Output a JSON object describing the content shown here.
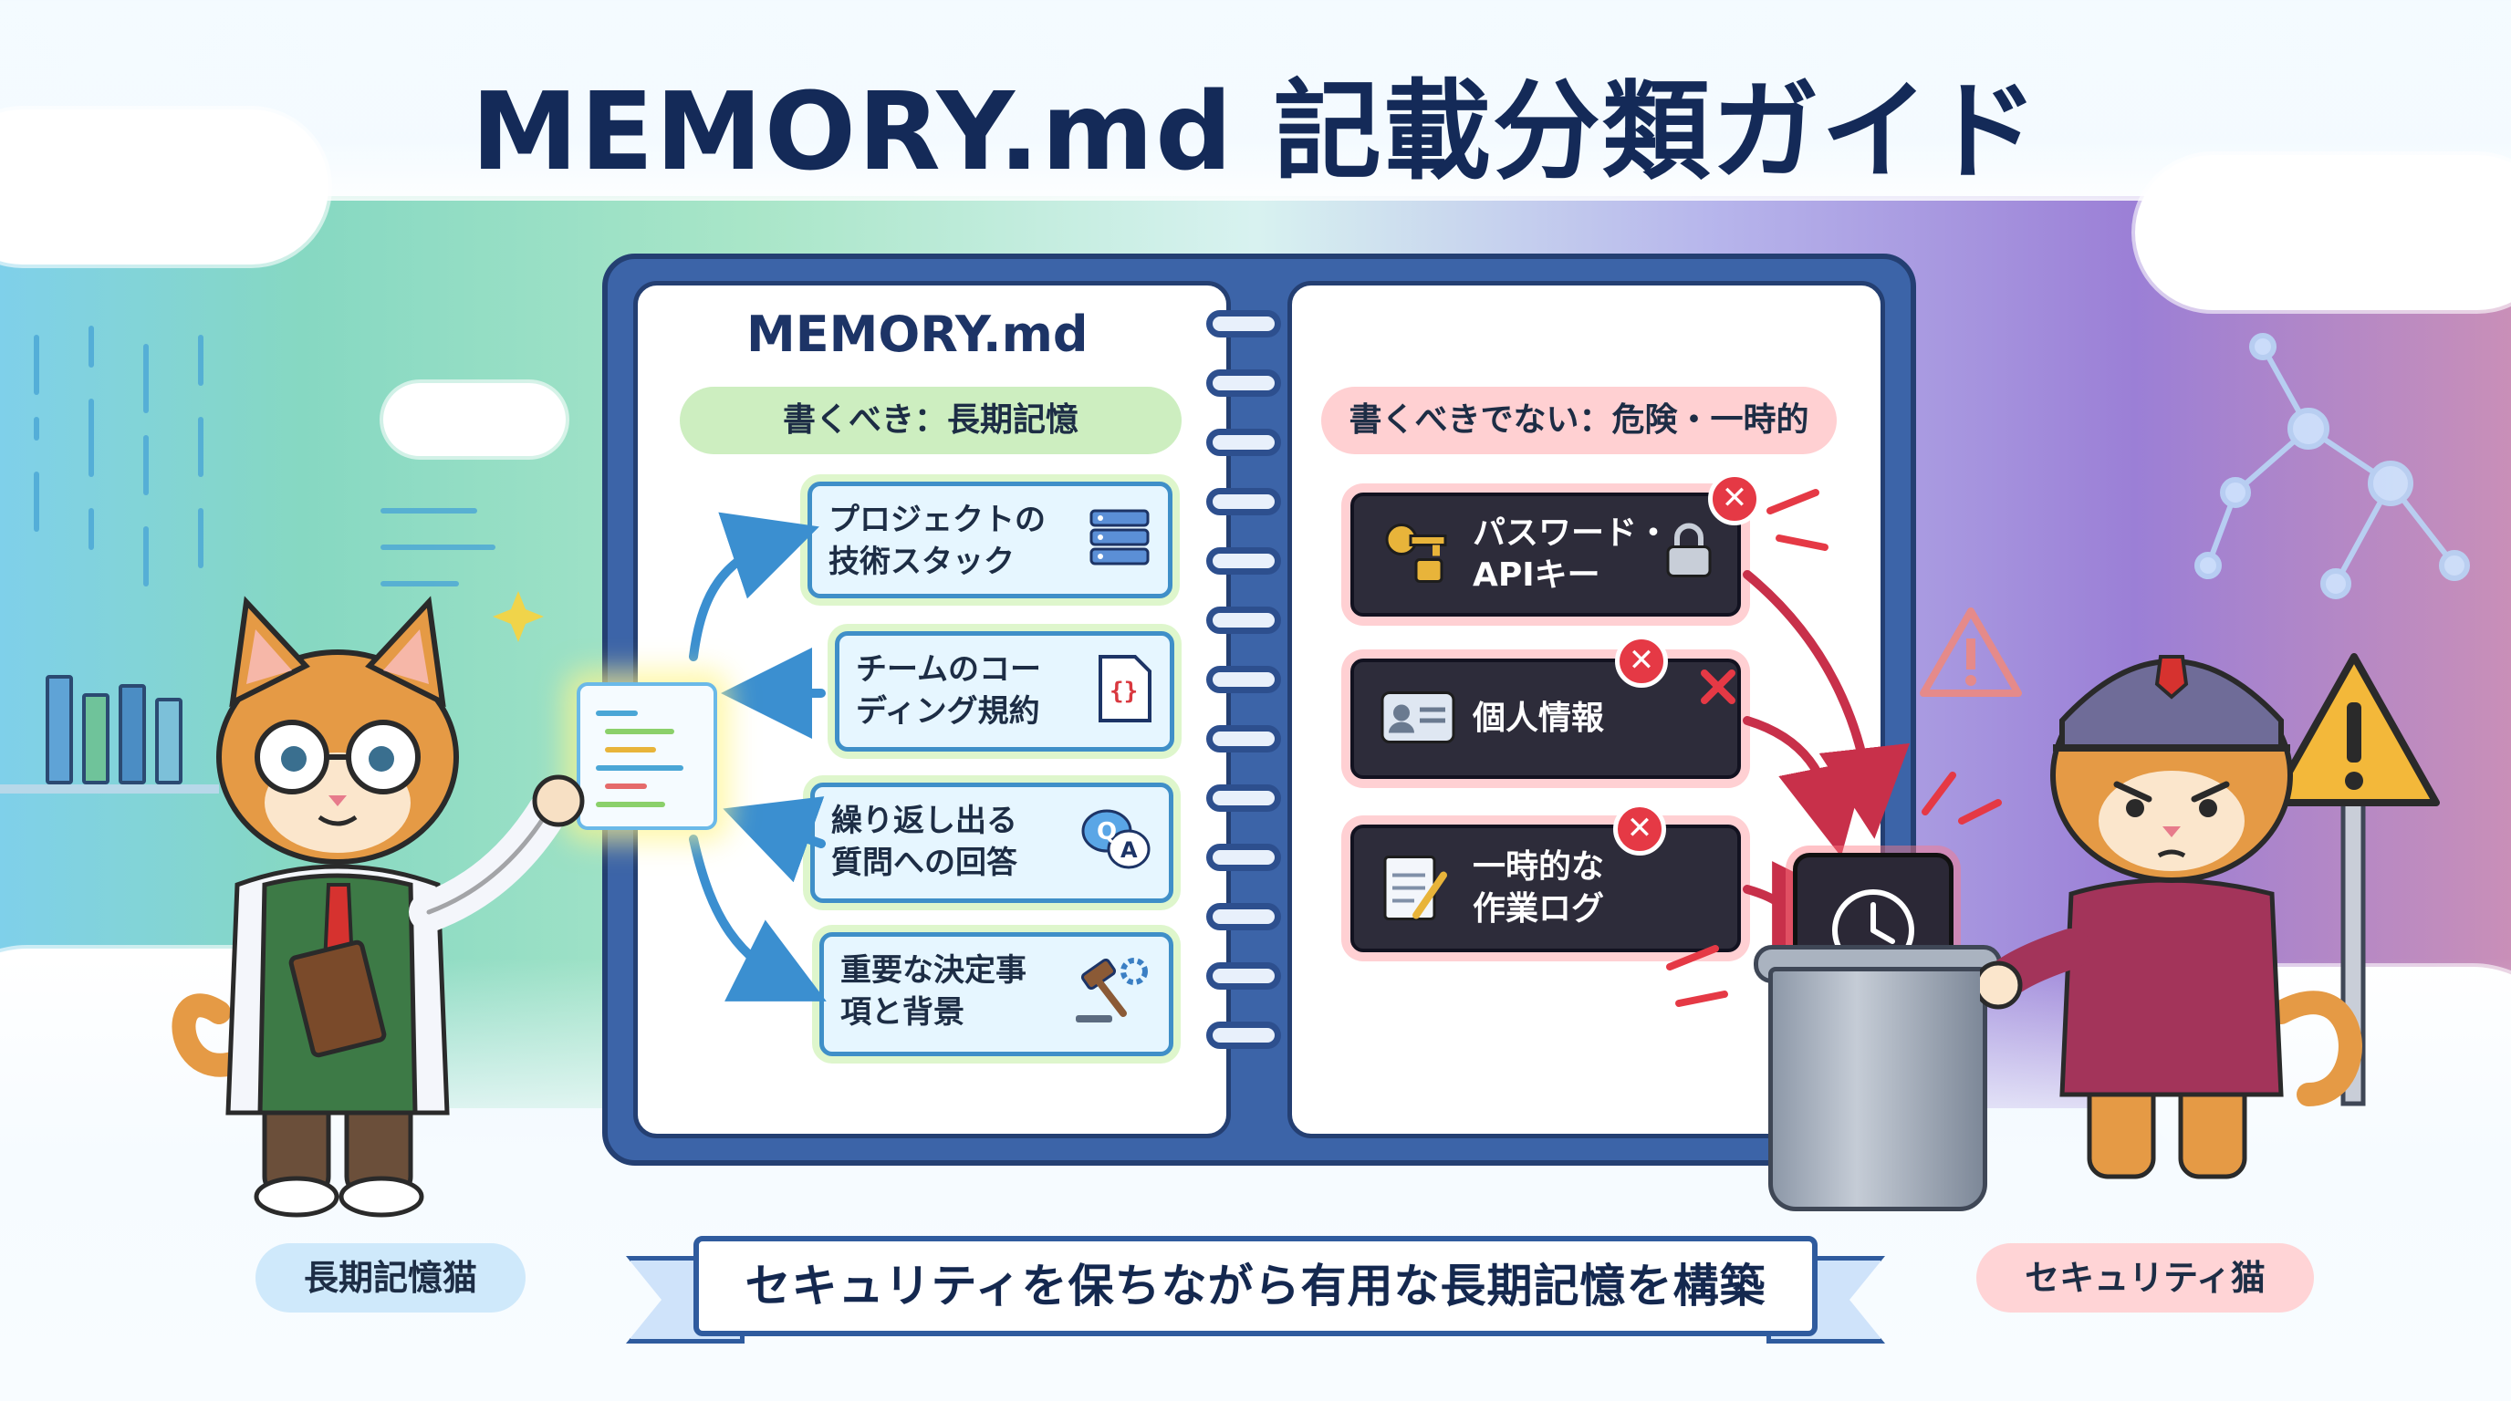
{
  "title": "MEMORY.md 記載分類ガイド",
  "notebook": {
    "heading": "MEMORY.md",
    "good_section": {
      "label": "書くべき：長期記憶",
      "items": [
        {
          "text_lines": [
            "プロジェクトの",
            "技術スタック"
          ],
          "icon": "server-stack-icon"
        },
        {
          "text_lines": [
            "チームのコー",
            "ディング規約"
          ],
          "icon": "code-document-icon"
        },
        {
          "text_lines": [
            "繰り返し出る",
            "質問への回答"
          ],
          "icon": "qa-bubbles-icon"
        },
        {
          "text_lines": [
            "重要な決定事",
            "項と背景"
          ],
          "icon": "gavel-gear-icon"
        }
      ]
    },
    "bad_section": {
      "label": "書くべきでない：危険・一時的",
      "items": [
        {
          "text_lines": [
            "パスワード・",
            "APIキー"
          ],
          "icon": "key-icon"
        },
        {
          "text_lines": [
            "個人情報"
          ],
          "icon": "id-card-icon"
        },
        {
          "text_lines": [
            "一時的な",
            "作業ログ"
          ],
          "icon": "notepad-icon"
        }
      ]
    }
  },
  "characters": {
    "left_label": "長期記憶猫",
    "right_label": "セキュリティ猫"
  },
  "ribbon_text": "セキュリティを保ちながら有用な長期記憶を構築",
  "colors": {
    "title": "#142a58",
    "good_pill": "#cdeec0",
    "bad_pill": "#ffd0d2",
    "good_card_border": "#3f8fc8",
    "bad_card_bg": "#2d2c3a",
    "x_badge": "#e53945",
    "arrow_good": "#3b8fd0",
    "arrow_bad": "#c8304a"
  }
}
